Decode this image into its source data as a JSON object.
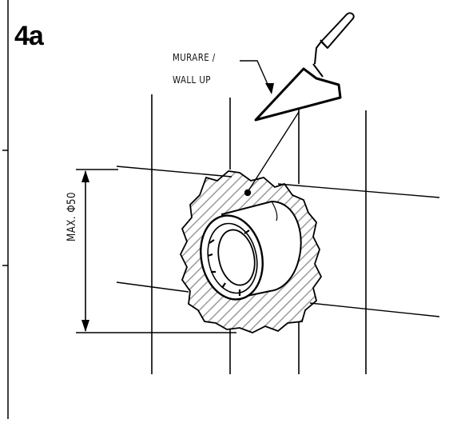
{
  "figure": {
    "step_label": "4a",
    "callout": {
      "line1": "MURARE /",
      "line2": "WALL UP"
    },
    "dimension_label": "MAX. Φ50"
  },
  "colors": {
    "stroke": "#000000",
    "hatch": "#9a9a9a",
    "background": "#ffffff"
  },
  "icons": [
    "trowel-icon"
  ]
}
